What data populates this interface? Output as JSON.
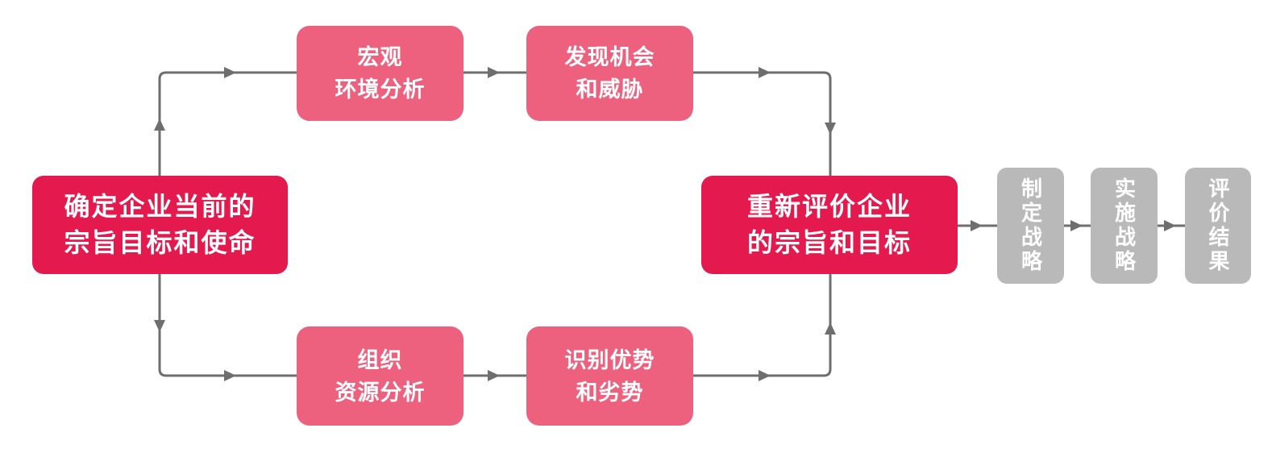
{
  "colors": {
    "primary": "#E4194D",
    "secondary": "#EE617E",
    "muted": "#B9B9B9",
    "connector": "#6E6E6E",
    "box_text": "#FFFFFF",
    "background": "#FFFFFF"
  },
  "nodes": {
    "current_mission": {
      "lines": [
        "确定企业当前的",
        "宗旨目标和使命"
      ]
    },
    "macro_environment": {
      "lines": [
        "宏观",
        "环境分析"
      ]
    },
    "opportunities_threats": {
      "lines": [
        "发现机会",
        "和威胁"
      ]
    },
    "organization_resources": {
      "lines": [
        "组织",
        "资源分析"
      ]
    },
    "strengths_weaknesses": {
      "lines": [
        "识别优势",
        "和劣势"
      ]
    },
    "reevaluate_goals": {
      "lines": [
        "重新评价企业",
        "的宗旨和目标"
      ]
    },
    "formulate_strategy": {
      "label": "制定战略"
    },
    "implement_strategy": {
      "label": "实施战略"
    },
    "evaluate_results": {
      "label": "评价结果"
    }
  },
  "edges": [
    {
      "from": "current_mission",
      "to": "macro_environment"
    },
    {
      "from": "macro_environment",
      "to": "opportunities_threats"
    },
    {
      "from": "opportunities_threats",
      "to": "reevaluate_goals"
    },
    {
      "from": "current_mission",
      "to": "organization_resources"
    },
    {
      "from": "organization_resources",
      "to": "strengths_weaknesses"
    },
    {
      "from": "strengths_weaknesses",
      "to": "reevaluate_goals"
    },
    {
      "from": "reevaluate_goals",
      "to": "formulate_strategy"
    },
    {
      "from": "formulate_strategy",
      "to": "implement_strategy"
    },
    {
      "from": "implement_strategy",
      "to": "evaluate_results"
    }
  ]
}
